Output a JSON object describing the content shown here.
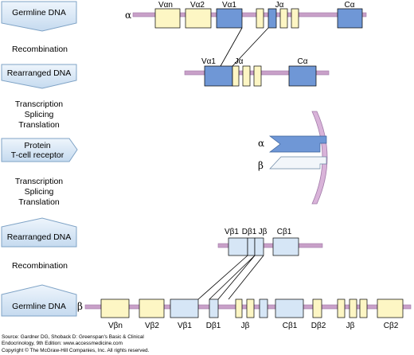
{
  "left_column": {
    "germline_top": "Germline DNA",
    "recombination_top": "Recombination",
    "rearranged_top": "Rearranged DNA",
    "process_top": [
      "Transcription",
      "Splicing",
      "Translation"
    ],
    "protein": [
      "Protein",
      "T-cell receptor"
    ],
    "process_bottom": [
      "Transcription",
      "Splicing",
      "Translation"
    ],
    "rearranged_bottom": "Rearranged DNA",
    "recombination_bottom": "Recombination",
    "germline_bottom": "Germline DNA"
  },
  "alpha": {
    "chain_symbol": "α",
    "germline_labels": {
      "van": "Vαn",
      "va2": "Vα2",
      "va1": "Vα1",
      "ja": "Jα",
      "ca": "Cα"
    },
    "rearranged_labels": {
      "va1": "Vα1",
      "ja": "Jα",
      "ca": "Cα"
    }
  },
  "receptor": {
    "alpha_symbol": "α",
    "beta_symbol": "β"
  },
  "beta": {
    "chain_symbol": "β",
    "rearranged_labels": {
      "vb1": "Vβ1",
      "db1": "Dβ1",
      "jb": "Jβ",
      "cb1": "Cβ1"
    },
    "germline_labels": {
      "vbn": "Vβn",
      "vb2": "Vβ2",
      "vb1": "Vβ1",
      "db1": "Dβ1",
      "jb1": "Jβ",
      "cb1": "Cβ1",
      "db2": "Dβ2",
      "jb2": "Jβ",
      "cb2": "Cβ2"
    }
  },
  "source": {
    "line1": "Source: Gardner DG, Shoback D: Greenspan's Basic & Clinical",
    "line2": "Endocrinology, 9th Edition: www.accessmedicine.com",
    "line3": "Copyright © The McGraw-Hill Companies, Inc. All rights reserved."
  },
  "colors": {
    "strand": "#c8a0c8",
    "strand_edge": "#a07aa8",
    "v_yellow": "#fdf6c4",
    "alpha_blue": "#6f97d6",
    "beta_light_blue": "#d6e6f6",
    "box_fill": "#dbe9f6",
    "box_edge": "#7fa3c6"
  }
}
